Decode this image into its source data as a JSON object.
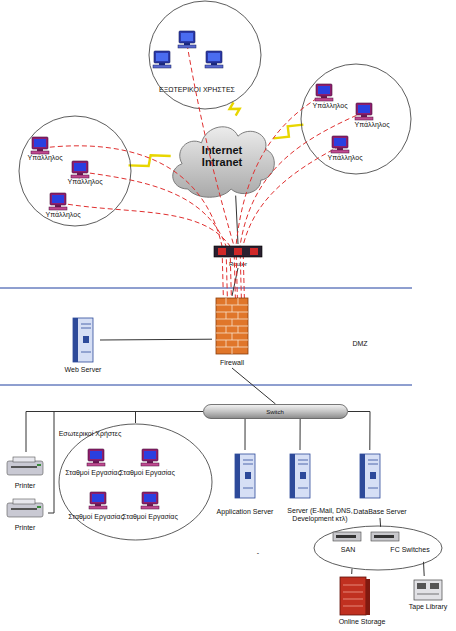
{
  "diagram": {
    "nodes": [
      {
        "text": [
          "ΕΞΩΤΕΡΙΚΟΙ ΧΡΗΣΤΕΣ"
        ]
      },
      {
        "text": [
          "Υπάλληλος",
          "Υπάλληλος",
          "Υπάλληλος"
        ]
      },
      {
        "text": [
          "Υπάλληλος",
          "Υπάλληλος",
          "Υπάλληλος"
        ]
      },
      {
        "text": [
          "Internet Intranet"
        ]
      },
      {
        "text": [
          "Router"
        ]
      },
      {
        "text": [
          "Web Server"
        ]
      },
      {
        "text": [
          "Firewall"
        ]
      },
      {
        "text": [
          "Switch"
        ]
      },
      {
        "text": [
          "Εσωτερικοί Χρήστες",
          "Σταθμοί Εργασίας",
          "Σταθμοί Εργασίας",
          "Σταθμοί Εργασίας",
          "Σταθμοί Εργασίας"
        ]
      },
      {
        "text": [
          "Printer"
        ]
      },
      {
        "text": [
          "Printer"
        ]
      },
      {
        "text": [
          "Application Server"
        ]
      },
      {
        "text": [
          "Server (E-Mail, DNS, Development κτλ)"
        ]
      },
      {
        "text": [
          "DataBase Server"
        ]
      },
      {
        "text": [
          "SAN",
          "FC Switches"
        ]
      },
      {
        "text": [
          "Online Storage"
        ]
      },
      {
        "text": [
          "Tape Library"
        ]
      }
    ],
    "edges": [
      {
        "from": 1,
        "to": 3,
        "arrow": "none"
      },
      {
        "from": 0,
        "to": 3,
        "arrow": "none"
      },
      {
        "from": 2,
        "to": 3,
        "arrow": "none"
      },
      {
        "from": 3,
        "to": 4,
        "arrow": "none"
      },
      {
        "from": 4,
        "to": 6,
        "arrow": "none"
      },
      {
        "from": 6,
        "to": 5,
        "arrow": "none"
      },
      {
        "from": 6,
        "to": 7,
        "arrow": "none"
      },
      {
        "from": 7,
        "to": 8,
        "arrow": "none"
      },
      {
        "from": 7,
        "to": 9,
        "arrow": "none"
      },
      {
        "from": 7,
        "to": 10,
        "arrow": "none"
      },
      {
        "from": 7,
        "to": 11,
        "arrow": "none"
      },
      {
        "from": 7,
        "to": 12,
        "arrow": "none"
      },
      {
        "from": 7,
        "to": 13,
        "arrow": "none"
      },
      {
        "from": 13,
        "to": 14,
        "arrow": "none"
      },
      {
        "from": 14,
        "to": 15,
        "arrow": "none"
      },
      {
        "from": 14,
        "to": 16,
        "arrow": "none"
      }
    ],
    "labels": [
      "DMZ",
      "-"
    ]
  }
}
